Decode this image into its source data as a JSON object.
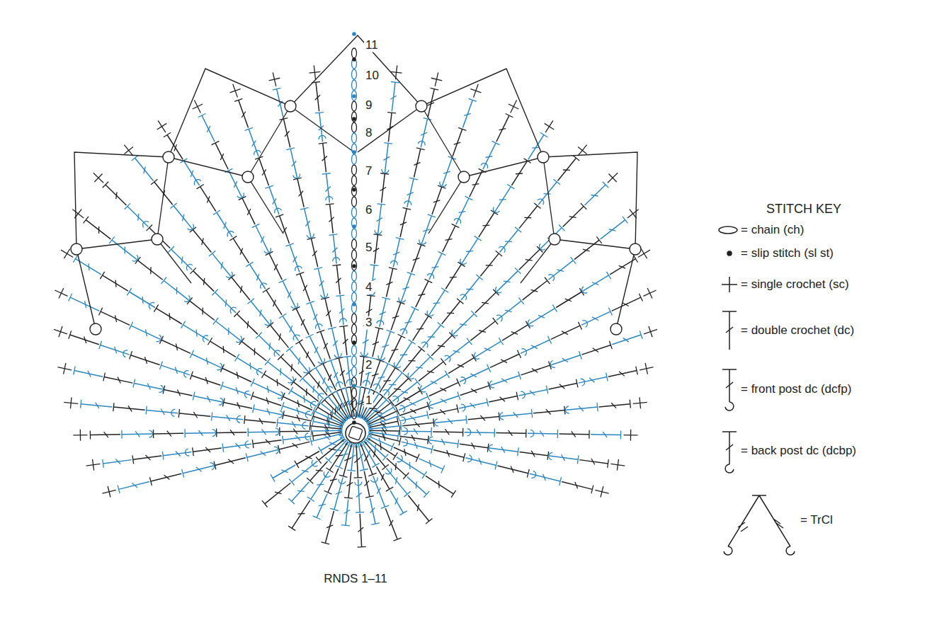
{
  "diagram": {
    "title": "STITCH KEY",
    "labels": [
      "1",
      "2",
      "3",
      "4",
      "5",
      "6",
      "7",
      "8",
      "9",
      "10",
      "11",
      "RNDS 1–11"
    ],
    "legend": [
      {
        "text": "= chain (ch)"
      },
      {
        "text": "= slip stitch (sl st)"
      },
      {
        "text": "= single crochet (sc)"
      },
      {
        "text": "= double crochet (dc)"
      },
      {
        "text": "= front post dc (dcfp)"
      },
      {
        "text": "= back post dc (dcbp)"
      },
      {
        "text": "= TrCl"
      }
    ]
  }
}
